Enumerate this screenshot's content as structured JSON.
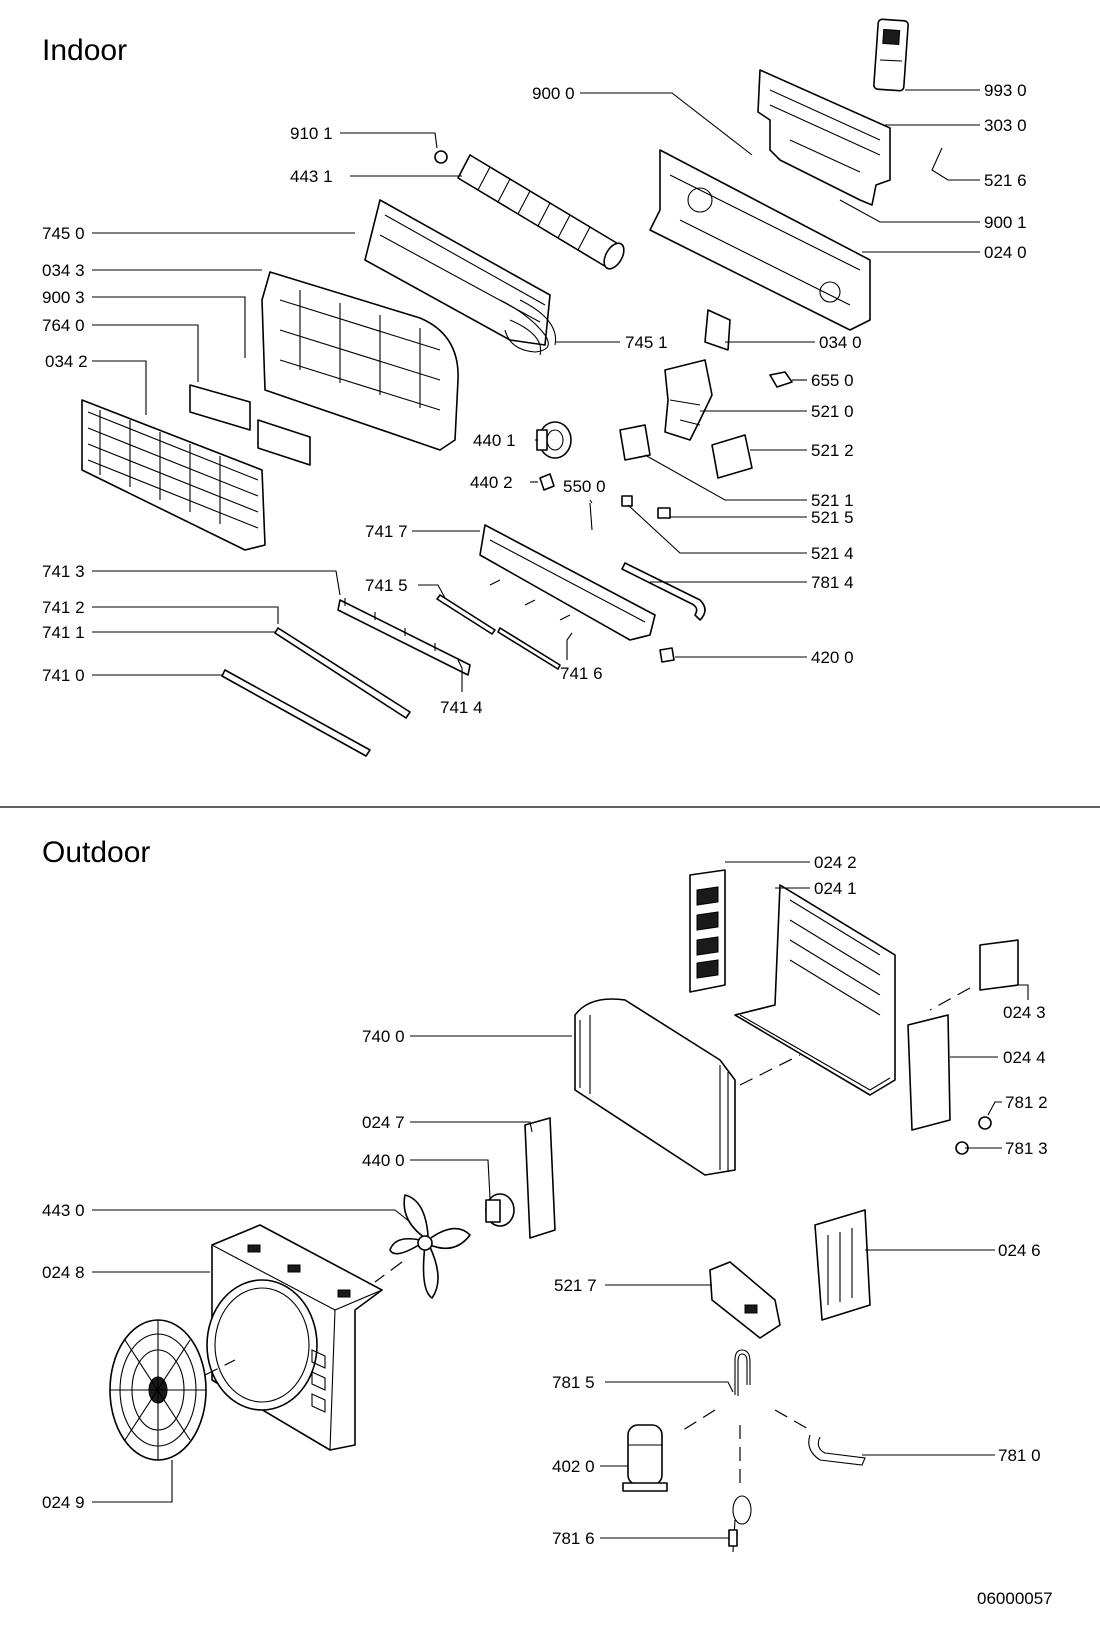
{
  "sections": {
    "indoor_title": "Indoor",
    "outdoor_title": "Outdoor"
  },
  "drawing_number": "06000057",
  "indoor_labels": {
    "p9930": "993 0",
    "p3030": "303 0",
    "p9000": "900 0",
    "p9101": "910 1",
    "p4431": "443 1",
    "p5216": "521 6",
    "p9001": "900 1",
    "p0240": "024 0",
    "p7450": "745 0",
    "p0343": "034 3",
    "p9003": "900 3",
    "p7640": "764 0",
    "p0342": "034 2",
    "p7451": "745 1",
    "p0340": "034 0",
    "p6550": "655 0",
    "p5210": "521 0",
    "p4401": "440 1",
    "p5212": "521 2",
    "p4402": "440 2",
    "p5500": "550 0",
    "p5211": "521 1",
    "p5215": "521 5",
    "p7417": "741 7",
    "p5214": "521 4",
    "p7413": "741 3",
    "p7415": "741 5",
    "p7814": "781 4",
    "p7412": "741 2",
    "p7411": "741 1",
    "p7416": "741 6",
    "p4200": "420 0",
    "p7410": "741 0",
    "p7414": "741 4"
  },
  "outdoor_labels": {
    "p0242": "024 2",
    "p0241": "024 1",
    "p0243": "024 3",
    "p7400": "740 0",
    "p0244": "024 4",
    "p7812": "781 2",
    "p0247": "024 7",
    "p7813": "781 3",
    "p4400": "440 0",
    "p4430": "443 0",
    "p0246": "024 6",
    "p0248": "024 8",
    "p5217": "521 7",
    "p7815": "781 5",
    "p7810": "781 0",
    "p4020": "402 0",
    "p0249": "024 9",
    "p7816": "781 6"
  }
}
